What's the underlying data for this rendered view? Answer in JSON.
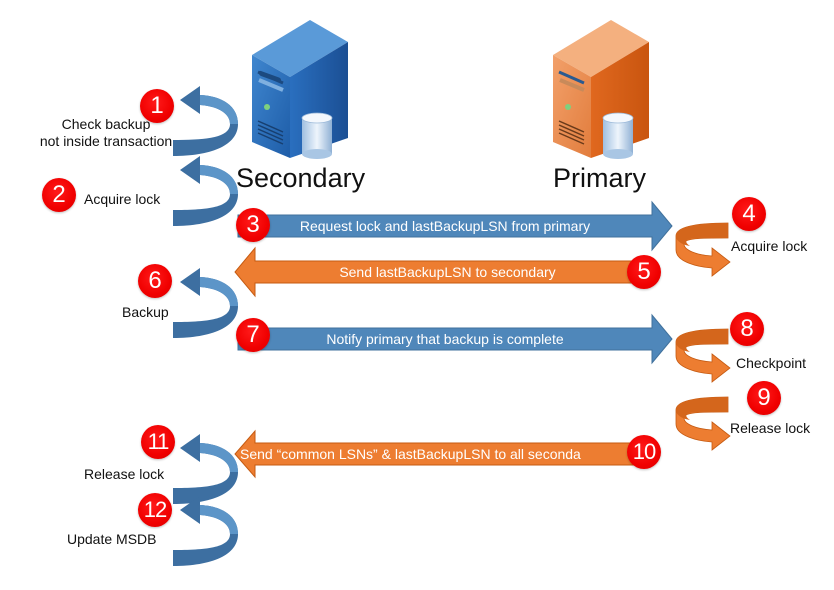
{
  "colors": {
    "secondary_blue": "#4f87ba",
    "secondary_blue_dark": "#3a6a9a",
    "primary_orange": "#ed7d31",
    "primary_orange_dark": "#d4661c",
    "badge_red": "#f00000",
    "text_dark": "#111111",
    "text_light": "#ffffff"
  },
  "servers": {
    "secondary": {
      "title": "Secondary",
      "icon": "server-database-icon",
      "color": "blue"
    },
    "primary": {
      "title": "Primary",
      "icon": "server-database-icon",
      "color": "orange"
    }
  },
  "steps": [
    {
      "number": "1",
      "label_lines": [
        "Check backup",
        "not inside transaction"
      ],
      "side": "secondary",
      "kind": "self-loop"
    },
    {
      "number": "2",
      "label": "Acquire lock",
      "side": "secondary",
      "kind": "self-loop"
    },
    {
      "number": "3",
      "label": "Request lock and lastBackupLSN from primary",
      "direction": "secondary-to-primary",
      "kind": "message"
    },
    {
      "number": "4",
      "label": "Acquire lock",
      "side": "primary",
      "kind": "self-loop"
    },
    {
      "number": "5",
      "label": "Send lastBackupLSN to secondary",
      "direction": "primary-to-secondary",
      "kind": "message"
    },
    {
      "number": "6",
      "label": "Backup",
      "side": "secondary",
      "kind": "self-loop"
    },
    {
      "number": "7",
      "label": "Notify primary that backup is complete",
      "direction": "secondary-to-primary",
      "kind": "message"
    },
    {
      "number": "8",
      "label": "Checkpoint",
      "side": "primary",
      "kind": "self-loop"
    },
    {
      "number": "9",
      "label": "Release lock",
      "side": "primary",
      "kind": "self-loop"
    },
    {
      "number": "10",
      "label": "Send “common LSNs” & lastBackupLSN to all seconda",
      "direction": "primary-to-secondary",
      "kind": "message"
    },
    {
      "number": "11",
      "label": "Release lock",
      "side": "secondary",
      "kind": "self-loop"
    },
    {
      "number": "12",
      "label": "Update MSDB",
      "side": "secondary",
      "kind": "self-loop"
    }
  ]
}
